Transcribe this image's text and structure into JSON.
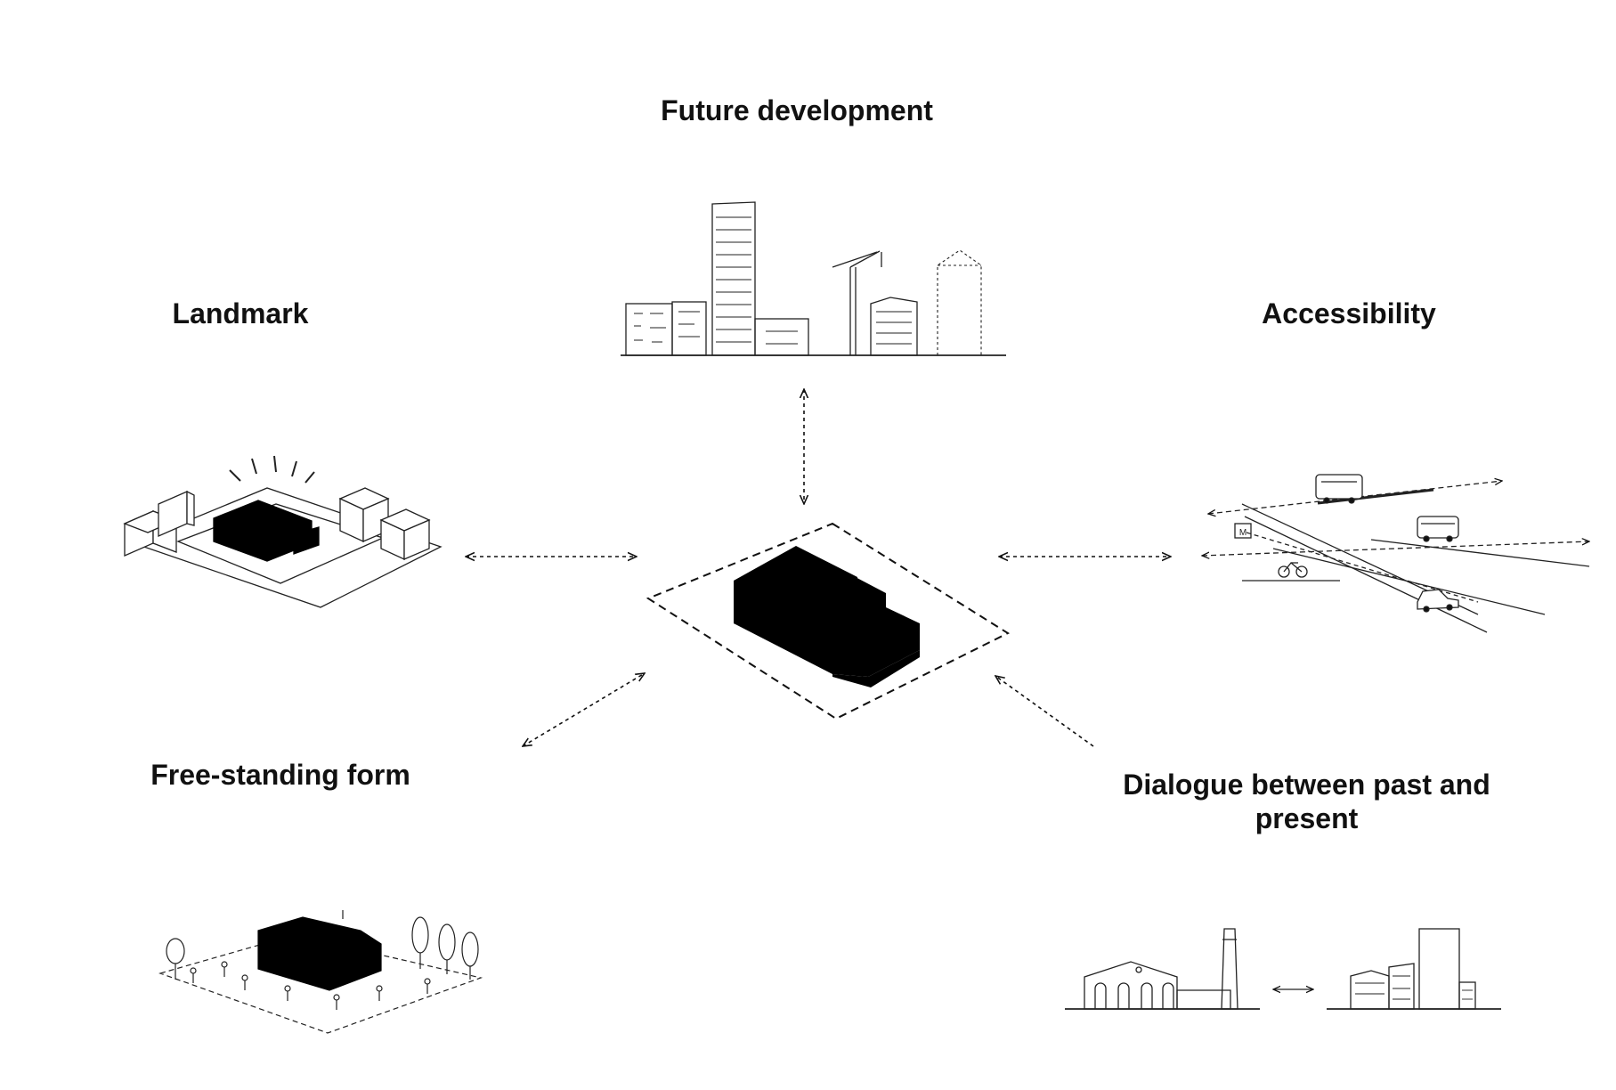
{
  "labels": {
    "future_development": "Future development",
    "landmark": "Landmark",
    "accessibility": "Accessibility",
    "free_standing_form": "Free-standing form",
    "dialogue_line1": "Dialogue between past and",
    "dialogue_line2": "present"
  },
  "icons": {
    "metro_sign": "M"
  },
  "colors": {
    "ink": "#111111",
    "mass": "#000000",
    "background": "#ffffff"
  }
}
